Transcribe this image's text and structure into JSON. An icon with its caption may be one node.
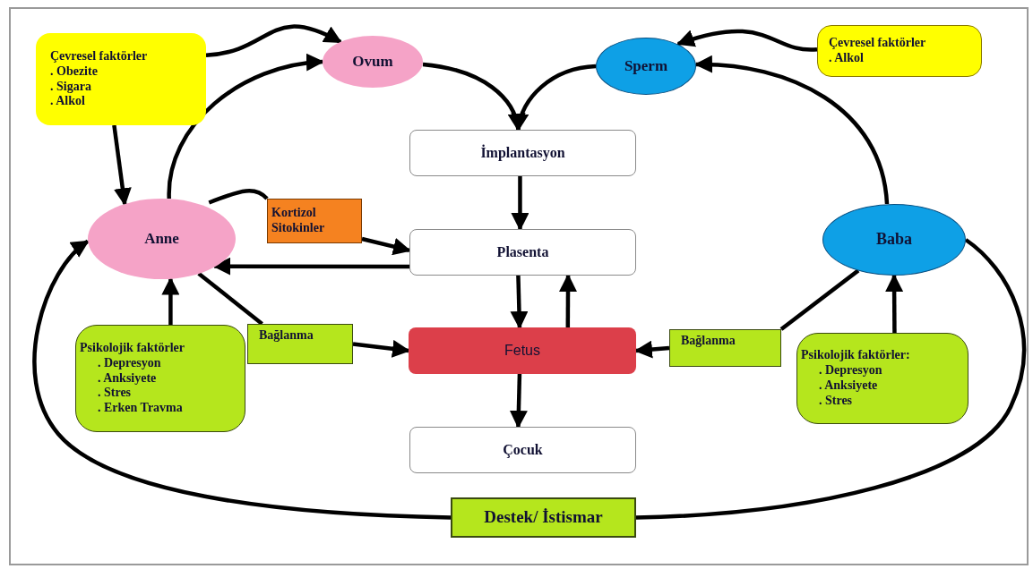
{
  "diagram": {
    "nodes": [
      {
        "text": [
          "Çevresel faktörler",
          ". Obezite",
          ". Sigara",
          ". Alkol"
        ]
      },
      {
        "text": [
          "Ovum"
        ]
      },
      {
        "text": [
          "Sperm"
        ]
      },
      {
        "text": [
          "Çevresel faktörler",
          ". Alkol"
        ]
      },
      {
        "text": [
          "İmplantasyon"
        ]
      },
      {
        "text": [
          "Anne"
        ]
      },
      {
        "text": [
          "Kortizol",
          "Sitokinler"
        ]
      },
      {
        "text": [
          "Plasenta"
        ]
      },
      {
        "text": [
          "Baba"
        ]
      },
      {
        "text": [
          "Psikolojik faktörler",
          ". Depresyon",
          ". Anksiyete",
          ". Stres",
          ". Erken Travma"
        ]
      },
      {
        "text": [
          "Bağlanma"
        ]
      },
      {
        "text": [
          "Fetus"
        ]
      },
      {
        "text": [
          "Bağlanma"
        ]
      },
      {
        "text": [
          "Psikolojik faktörler:",
          ". Depresyon",
          ". Anksiyete",
          ". Stres"
        ]
      },
      {
        "text": [
          "Çocuk"
        ]
      },
      {
        "text": [
          "Destek/ İstismar"
        ]
      }
    ],
    "edges": [
      {
        "from": 0,
        "to": 1,
        "arrow": "to"
      },
      {
        "from": 5,
        "to": 1,
        "arrow": "to"
      },
      {
        "from": 1,
        "to": 4,
        "arrow": "to"
      },
      {
        "from": 2,
        "to": 4,
        "arrow": "to"
      },
      {
        "from": 3,
        "to": 2,
        "arrow": "to"
      },
      {
        "from": 8,
        "to": 2,
        "arrow": "to"
      },
      {
        "from": 0,
        "to": 5,
        "arrow": "to"
      },
      {
        "from": 5,
        "to": 6,
        "arrow": "none"
      },
      {
        "from": 6,
        "to": 7,
        "arrow": "to"
      },
      {
        "from": 7,
        "to": 5,
        "arrow": "to"
      },
      {
        "from": 4,
        "to": 7,
        "arrow": "to"
      },
      {
        "from": 7,
        "to": 11,
        "arrow": "to"
      },
      {
        "from": 11,
        "to": 7,
        "arrow": "to"
      },
      {
        "from": 11,
        "to": 14,
        "arrow": "to"
      },
      {
        "from": 5,
        "to": 10,
        "arrow": "none"
      },
      {
        "from": 10,
        "to": 11,
        "arrow": "to"
      },
      {
        "from": 9,
        "to": 5,
        "arrow": "to"
      },
      {
        "from": 8,
        "to": 12,
        "arrow": "none"
      },
      {
        "from": 12,
        "to": 11,
        "arrow": "to"
      },
      {
        "from": 13,
        "to": 8,
        "arrow": "to"
      },
      {
        "from": 15,
        "to": 5,
        "arrow": "to"
      },
      {
        "from": 15,
        "to": 8,
        "arrow": "none"
      }
    ]
  }
}
